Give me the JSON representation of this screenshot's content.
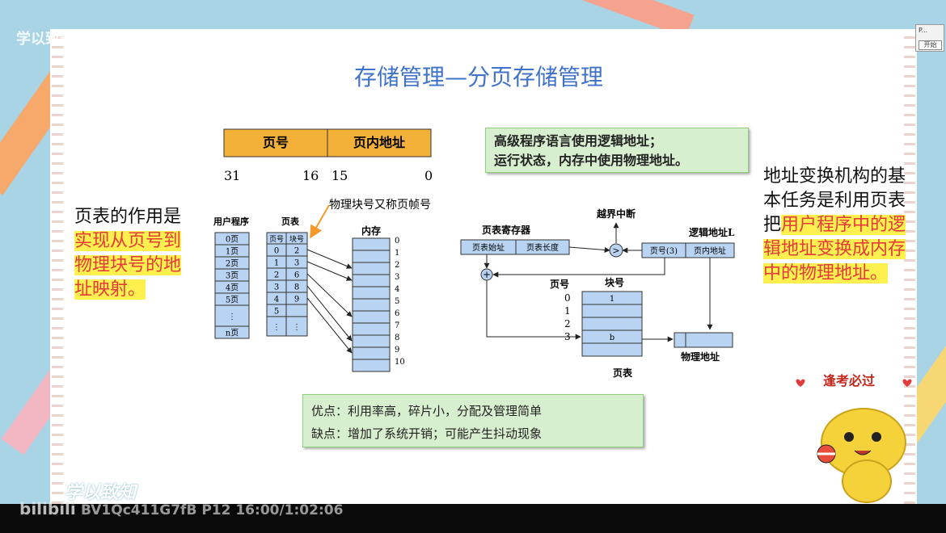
{
  "watermark": {
    "top_text": "学以致知",
    "bottom_id": "BV1Qc411G7fB P12 16:00/1:02:06",
    "bili_logo": "bilibili",
    "bottom_calligraphy": "学以致知"
  },
  "player": {
    "label": "P...",
    "button": "开始"
  },
  "slide": {
    "title": "存储管理—分页存储管理",
    "address_format": {
      "page_no": "页号",
      "offset": "页内地址",
      "bit_31": "31",
      "bit_16": "16",
      "bit_15": "15",
      "bit_0": "0"
    },
    "note_green": [
      "高级程序语言使用逻辑地址；",
      "运行状态，内存中使用物理地址。"
    ],
    "left_text": {
      "plain": "页表的作用是",
      "highlight": "实现从页号到物理块号的地址映射。"
    },
    "right_text": {
      "plain": "地址变换机构的基本任务是利用页表把",
      "highlight": "用户程序中的逻辑地址变换成内存中的物理地址。"
    },
    "pros_cons": [
      "优点：利用率高，碎片小，分配及管理简单",
      "缺点：增加了系统开销；可能产生抖动现象"
    ],
    "mascot_text": "逢考必过"
  },
  "diagram1": {
    "annotation": "物理块号又称页帧号",
    "user_program_label": "用户程序",
    "user_pages": [
      "0页",
      "1页",
      "2页",
      "3页",
      "4页",
      "5页",
      "⋮",
      "n页"
    ],
    "page_table_label": "页表",
    "page_table_headers": [
      "页号",
      "块号"
    ],
    "page_table_rows": [
      [
        "0",
        "2"
      ],
      [
        "1",
        "3"
      ],
      [
        "2",
        "6"
      ],
      [
        "3",
        "8"
      ],
      [
        "4",
        "9"
      ],
      [
        "5",
        ""
      ],
      [
        "⋮",
        "⋮"
      ]
    ],
    "memory_label": "内存",
    "memory_blocks": [
      "0",
      "1",
      "2",
      "3",
      "4",
      "5",
      "6",
      "7",
      "8",
      "9",
      "10"
    ]
  },
  "diagram2": {
    "register_label": "页表寄存器",
    "register_fields": [
      "页表始址",
      "页表长度"
    ],
    "overflow_label": "越界中断",
    "logical_label": "逻辑地址L",
    "logical_fields": [
      "页号(3)",
      "页内地址"
    ],
    "compare_symbol": ">",
    "plus_symbol": "+",
    "page_no_label": "页号",
    "block_no_label": "块号",
    "row_labels": [
      "0",
      "1",
      "2",
      "3"
    ],
    "table_entries": [
      "1",
      "",
      "",
      "b",
      ""
    ],
    "table_label": "页表",
    "physical_label": "物理地址"
  }
}
